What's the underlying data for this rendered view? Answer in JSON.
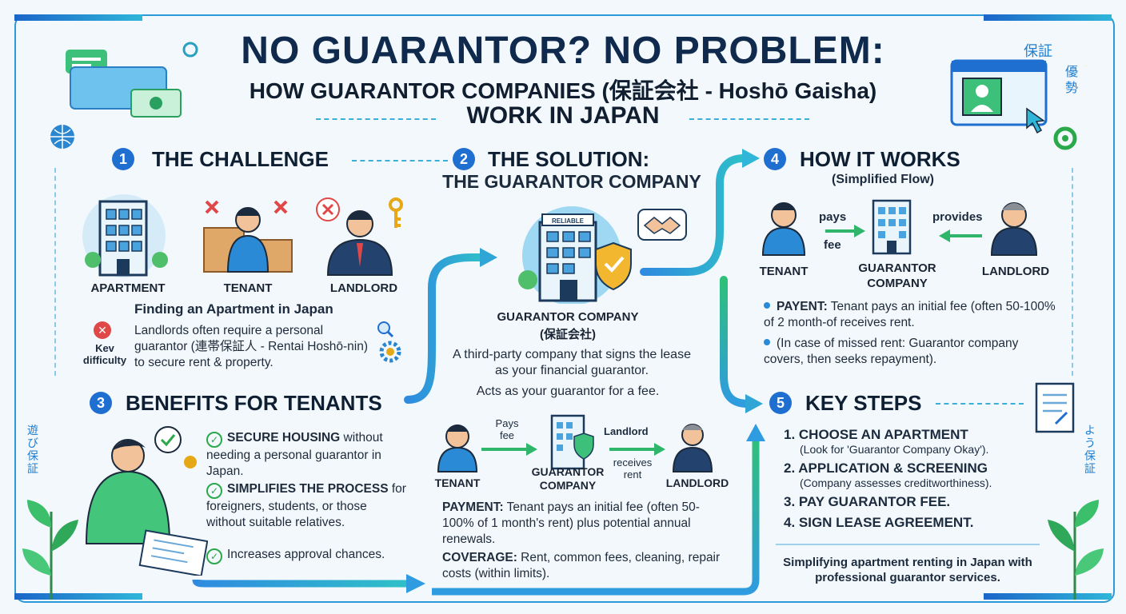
{
  "header": {
    "title": "NO GUARANTOR? NO PROBLEM:",
    "subtitle": "HOW GUARANTOR COMPANIES (保証会社 - Hoshō Gaisha)",
    "subtitle2": "WORK IN JAPAN"
  },
  "deco": {
    "kanji_top_right_1": "保証",
    "kanji_top_right_2": "優",
    "kanji_top_right_3": "勢",
    "kanji_left": "遊び保証",
    "kanji_right": "よう保証"
  },
  "challenge": {
    "number": "1",
    "title": "THE CHALLENGE",
    "labels": [
      "APARTMENT",
      "TENANT",
      "LANDLORD"
    ],
    "subtitle": "Finding an Apartment in Japan",
    "key_label": "Kev difficulty",
    "text": "Landlords often require a personal guarantor (連帯保証人 - Rentai Hoshō-nin) to secure rent & property."
  },
  "solution": {
    "number": "2",
    "title": "THE SOLUTION:",
    "title2": "THE GUARANTOR COMPANY",
    "badge": "RELIABLE",
    "label": "GUARANTOR COMPANY",
    "label_jp": "(保証会社)",
    "desc1": "A third-party company that signs the lease as your financial guarantor.",
    "desc2": "Acts as your guarantor for a fee."
  },
  "mid_flow": {
    "tenant": "TENANT",
    "pays": "Pays fee",
    "company": "GUARANTOR COMPANY",
    "landlord_top": "Landlord",
    "receives": "receives rent",
    "landlord": "LANDLORD",
    "payment_label": "PAYMENT:",
    "payment_text": " Tenant pays an initial fee (often 50-100% of 1 month's rent) plus potential annual renewals.",
    "coverage_label": "COVERAGE:",
    "coverage_text": " Rent, common fees, cleaning, repair costs (within limits)."
  },
  "benefits": {
    "number": "3",
    "title": "BENEFITS FOR TENANTS",
    "items": [
      {
        "bold": "SECURE HOUSING",
        "text": " without needing a personal guarantor in Japan."
      },
      {
        "bold": "SIMPLIFIES THE PROCESS",
        "text": " for foreigners, students, or those without suitable relatives."
      },
      {
        "bold": "",
        "text": "Increases approval chances."
      }
    ]
  },
  "how": {
    "number": "4",
    "title": "HOW IT WORKS",
    "subtitle": "(Simplified Flow)",
    "pays": "pays",
    "fee": "fee",
    "provides": "provides",
    "tenant": "TENANT",
    "company": "GUARANTOR COMPANY",
    "landlord": "LANDLORD",
    "bullet1_label": "PAYENT:",
    "bullet1_text": " Tenant pays an initial fee (often 50-100% of 2 month-of receives rent.",
    "bullet2_text": "(In case of missed rent: Guarantor company covers, then seeks repayment)."
  },
  "steps": {
    "number": "5",
    "title": "KEY STEPS",
    "items": [
      {
        "title": "1. CHOOSE AN APARTMENT",
        "sub": "(Look for 'Guarantor Company Okay')."
      },
      {
        "title": "2. APPLICATION & SCREENING",
        "sub": "(Company assesses creditworthiness)."
      },
      {
        "title": "3. PAY GUARANTOR FEE.",
        "sub": ""
      },
      {
        "title": "4. SIGN LEASE AGREEMENT.",
        "sub": ""
      }
    ],
    "footer": "Simplifying apartment renting in Japan with professional guarantor services."
  },
  "colors": {
    "primary": "#1f6fd1",
    "accent": "#2fb6d9",
    "green": "#2aa84a",
    "red": "#e04848"
  }
}
